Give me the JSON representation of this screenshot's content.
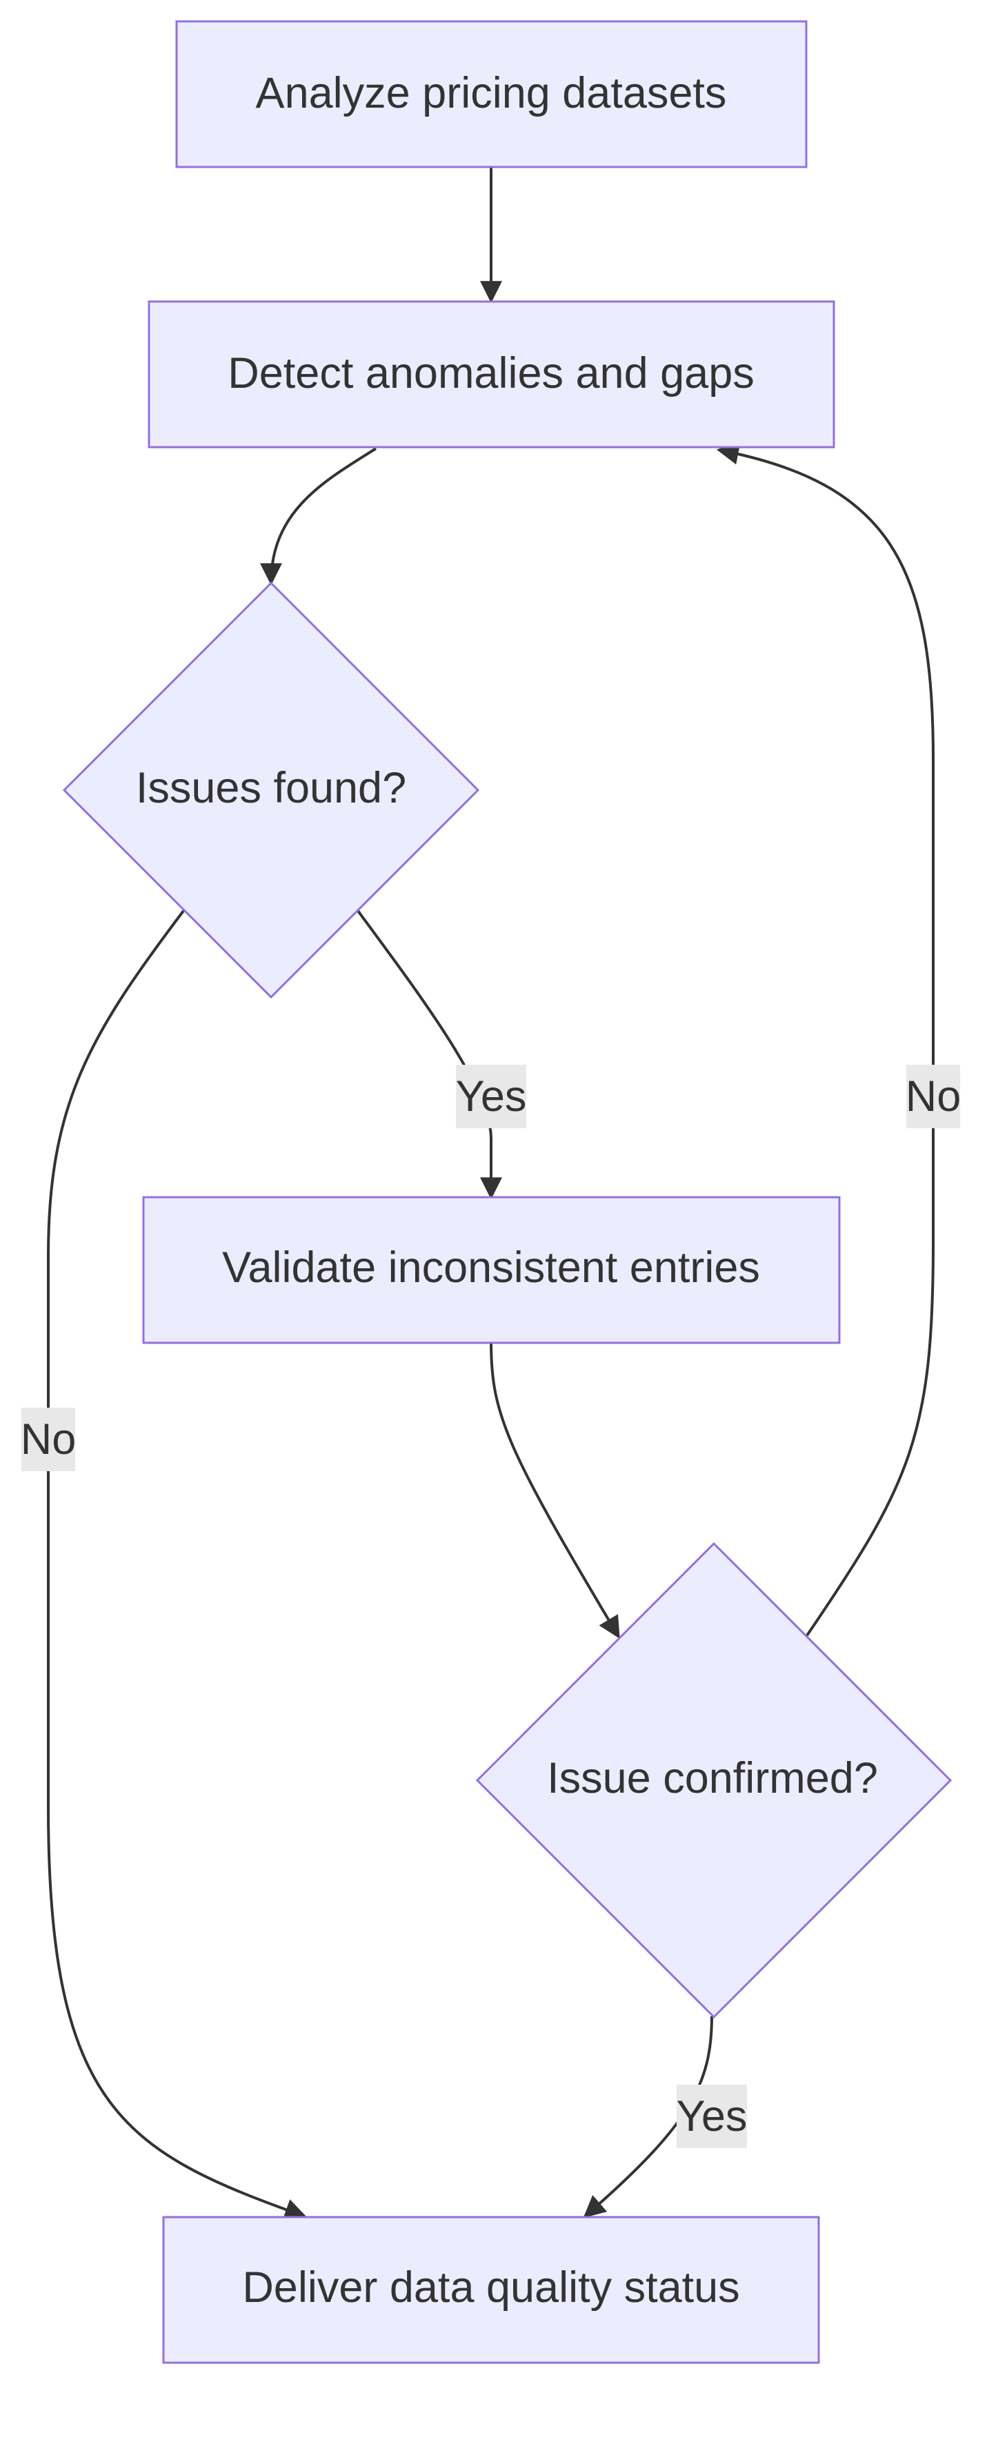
{
  "diagram": {
    "type": "flowchart",
    "colors": {
      "node_fill": "#ececff",
      "node_stroke": "#9370db",
      "edge": "#333333",
      "label_bg": "#e8e8e8",
      "text": "#333333"
    },
    "nodes": {
      "analyze": {
        "label": "Analyze pricing datasets",
        "shape": "rectangle"
      },
      "detect": {
        "label": "Detect anomalies and gaps",
        "shape": "rectangle"
      },
      "issues_found": {
        "label": "Issues found?",
        "shape": "diamond"
      },
      "validate": {
        "label": "Validate inconsistent entries",
        "shape": "rectangle"
      },
      "issue_confirmed": {
        "label": "Issue confirmed?",
        "shape": "diamond"
      },
      "deliver": {
        "label": "Deliver data quality status",
        "shape": "rectangle"
      }
    },
    "edges": [
      {
        "from": "analyze",
        "to": "detect",
        "label": ""
      },
      {
        "from": "detect",
        "to": "issues_found",
        "label": ""
      },
      {
        "from": "issues_found",
        "to": "validate",
        "label": "Yes"
      },
      {
        "from": "issues_found",
        "to": "deliver",
        "label": "No"
      },
      {
        "from": "validate",
        "to": "issue_confirmed",
        "label": ""
      },
      {
        "from": "issue_confirmed",
        "to": "detect",
        "label": "No"
      },
      {
        "from": "issue_confirmed",
        "to": "deliver",
        "label": "Yes"
      }
    ],
    "edge_labels": {
      "issues_found_yes": "Yes",
      "issues_found_no": "No",
      "issue_confirmed_no": "No",
      "issue_confirmed_yes": "Yes"
    }
  }
}
